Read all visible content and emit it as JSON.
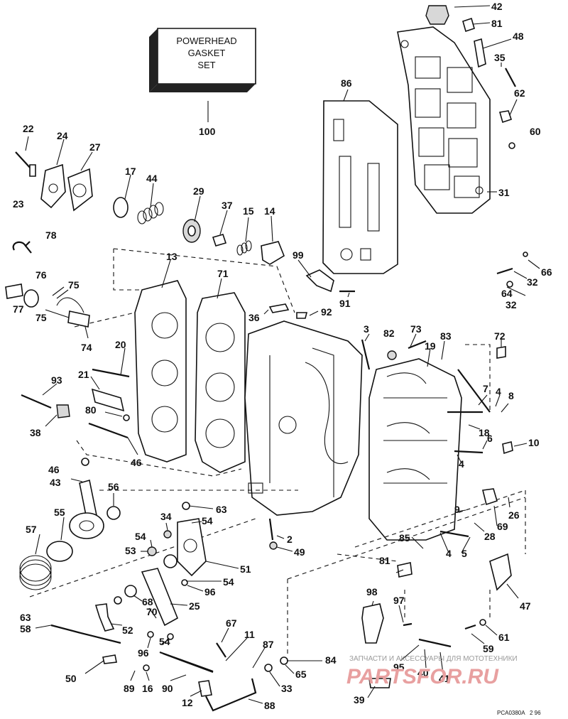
{
  "box": {
    "line1": "POWERHEAD",
    "line2": "GASKET",
    "line3": "SET",
    "label": "100"
  },
  "footer": {
    "code": "PCA0380A",
    "rev": "2 96"
  },
  "watermark": {
    "text": "ЗАПЧАСТИ И АКСЕССУАРЫ ДЛЯ МОТОТЕХНИКИ",
    "brand": "PARTSFOR.RU"
  },
  "labels": [
    {
      "id": "42",
      "t": "42"
    },
    {
      "id": "81a",
      "t": "81"
    },
    {
      "id": "48",
      "t": "48"
    },
    {
      "id": "35",
      "t": "35"
    },
    {
      "id": "62",
      "t": "62"
    },
    {
      "id": "60",
      "t": "60"
    },
    {
      "id": "31",
      "t": "31"
    },
    {
      "id": "86",
      "t": "86"
    },
    {
      "id": "22",
      "t": "22"
    },
    {
      "id": "24",
      "t": "24"
    },
    {
      "id": "27",
      "t": "27"
    },
    {
      "id": "17",
      "t": "17"
    },
    {
      "id": "44",
      "t": "44"
    },
    {
      "id": "29",
      "t": "29"
    },
    {
      "id": "37",
      "t": "37"
    },
    {
      "id": "15",
      "t": "15"
    },
    {
      "id": "14",
      "t": "14"
    },
    {
      "id": "23",
      "t": "23"
    },
    {
      "id": "78",
      "t": "78"
    },
    {
      "id": "13",
      "t": "13"
    },
    {
      "id": "71",
      "t": "71"
    },
    {
      "id": "99",
      "t": "99"
    },
    {
      "id": "66",
      "t": "66"
    },
    {
      "id": "32a",
      "t": "32"
    },
    {
      "id": "64",
      "t": "64"
    },
    {
      "id": "32b",
      "t": "32"
    },
    {
      "id": "76",
      "t": "76"
    },
    {
      "id": "75a",
      "t": "75"
    },
    {
      "id": "77",
      "t": "77"
    },
    {
      "id": "75b",
      "t": "75"
    },
    {
      "id": "74",
      "t": "74"
    },
    {
      "id": "36",
      "t": "36"
    },
    {
      "id": "92",
      "t": "92"
    },
    {
      "id": "91",
      "t": "91"
    },
    {
      "id": "3",
      "t": "3"
    },
    {
      "id": "82",
      "t": "82"
    },
    {
      "id": "73",
      "t": "73"
    },
    {
      "id": "83",
      "t": "83"
    },
    {
      "id": "19",
      "t": "19"
    },
    {
      "id": "72",
      "t": "72"
    },
    {
      "id": "20",
      "t": "20"
    },
    {
      "id": "93",
      "t": "93"
    },
    {
      "id": "21",
      "t": "21"
    },
    {
      "id": "80",
      "t": "80"
    },
    {
      "id": "38",
      "t": "38"
    },
    {
      "id": "46a",
      "t": "46"
    },
    {
      "id": "7",
      "t": "7"
    },
    {
      "id": "4a",
      "t": "4"
    },
    {
      "id": "8",
      "t": "8"
    },
    {
      "id": "18",
      "t": "18"
    },
    {
      "id": "6",
      "t": "6"
    },
    {
      "id": "10",
      "t": "10"
    },
    {
      "id": "4b",
      "t": "4"
    },
    {
      "id": "46b",
      "t": "46"
    },
    {
      "id": "43",
      "t": "43"
    },
    {
      "id": "56",
      "t": "56"
    },
    {
      "id": "63a",
      "t": "63"
    },
    {
      "id": "34",
      "t": "34"
    },
    {
      "id": "54a",
      "t": "54"
    },
    {
      "id": "55",
      "t": "55"
    },
    {
      "id": "57",
      "t": "57"
    },
    {
      "id": "54b",
      "t": "54"
    },
    {
      "id": "53",
      "t": "53"
    },
    {
      "id": "9",
      "t": "9"
    },
    {
      "id": "26",
      "t": "26"
    },
    {
      "id": "69",
      "t": "69"
    },
    {
      "id": "28",
      "t": "28"
    },
    {
      "id": "2",
      "t": "2"
    },
    {
      "id": "49",
      "t": "49"
    },
    {
      "id": "85",
      "t": "85"
    },
    {
      "id": "4c",
      "t": "4"
    },
    {
      "id": "5",
      "t": "5"
    },
    {
      "id": "51",
      "t": "51"
    },
    {
      "id": "54c",
      "t": "54"
    },
    {
      "id": "96a",
      "t": "96"
    },
    {
      "id": "81b",
      "t": "81"
    },
    {
      "id": "68",
      "t": "68"
    },
    {
      "id": "25",
      "t": "25"
    },
    {
      "id": "70",
      "t": "70"
    },
    {
      "id": "98",
      "t": "98"
    },
    {
      "id": "97",
      "t": "97"
    },
    {
      "id": "47",
      "t": "47"
    },
    {
      "id": "63b",
      "t": "63"
    },
    {
      "id": "58",
      "t": "58"
    },
    {
      "id": "52",
      "t": "52"
    },
    {
      "id": "61",
      "t": "61"
    },
    {
      "id": "67",
      "t": "67"
    },
    {
      "id": "11",
      "t": "11"
    },
    {
      "id": "54d",
      "t": "54"
    },
    {
      "id": "59",
      "t": "59"
    },
    {
      "id": "96b",
      "t": "96"
    },
    {
      "id": "87",
      "t": "87"
    },
    {
      "id": "84",
      "t": "84"
    },
    {
      "id": "95",
      "t": "95"
    },
    {
      "id": "40",
      "t": "40"
    },
    {
      "id": "41",
      "t": "41"
    },
    {
      "id": "50",
      "t": "50"
    },
    {
      "id": "89",
      "t": "89"
    },
    {
      "id": "16",
      "t": "16"
    },
    {
      "id": "90",
      "t": "90"
    },
    {
      "id": "65",
      "t": "65"
    },
    {
      "id": "33",
      "t": "33"
    },
    {
      "id": "12",
      "t": "12"
    },
    {
      "id": "88",
      "t": "88"
    },
    {
      "id": "39",
      "t": "39"
    }
  ]
}
